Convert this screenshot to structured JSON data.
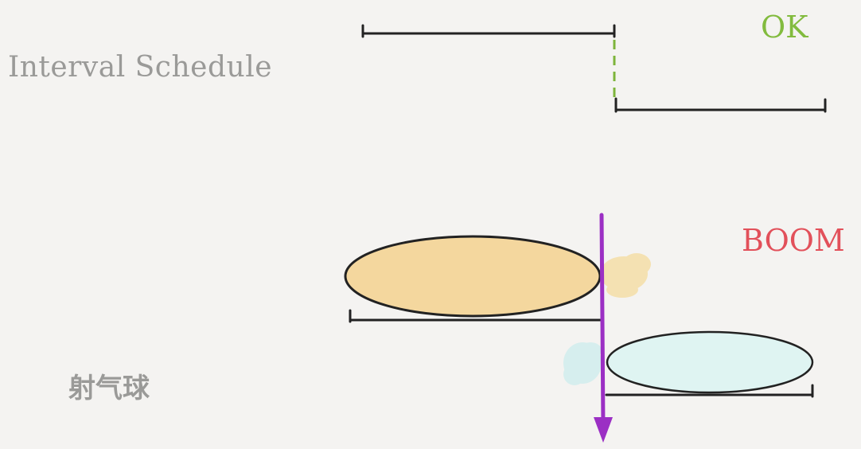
{
  "labels": {
    "interval_schedule": "Interval Schedule",
    "ok": "OK",
    "boom": "BOOM",
    "balloon": "射气球"
  },
  "colors": {
    "background": "#f4f3f1",
    "interval_line": "#222222",
    "ok_text": "#82bb3e",
    "ok_dash": "#7db43a",
    "boom_text": "#e2505a",
    "arrow": "#9b2fc4",
    "balloon_yellow": "#f4d79e",
    "balloon_yellow_splash": "#f5dfa8",
    "balloon_cyan": "#dff4f2",
    "balloon_cyan_splash": "#d3eeee",
    "label_gray": "#9a9a98"
  }
}
